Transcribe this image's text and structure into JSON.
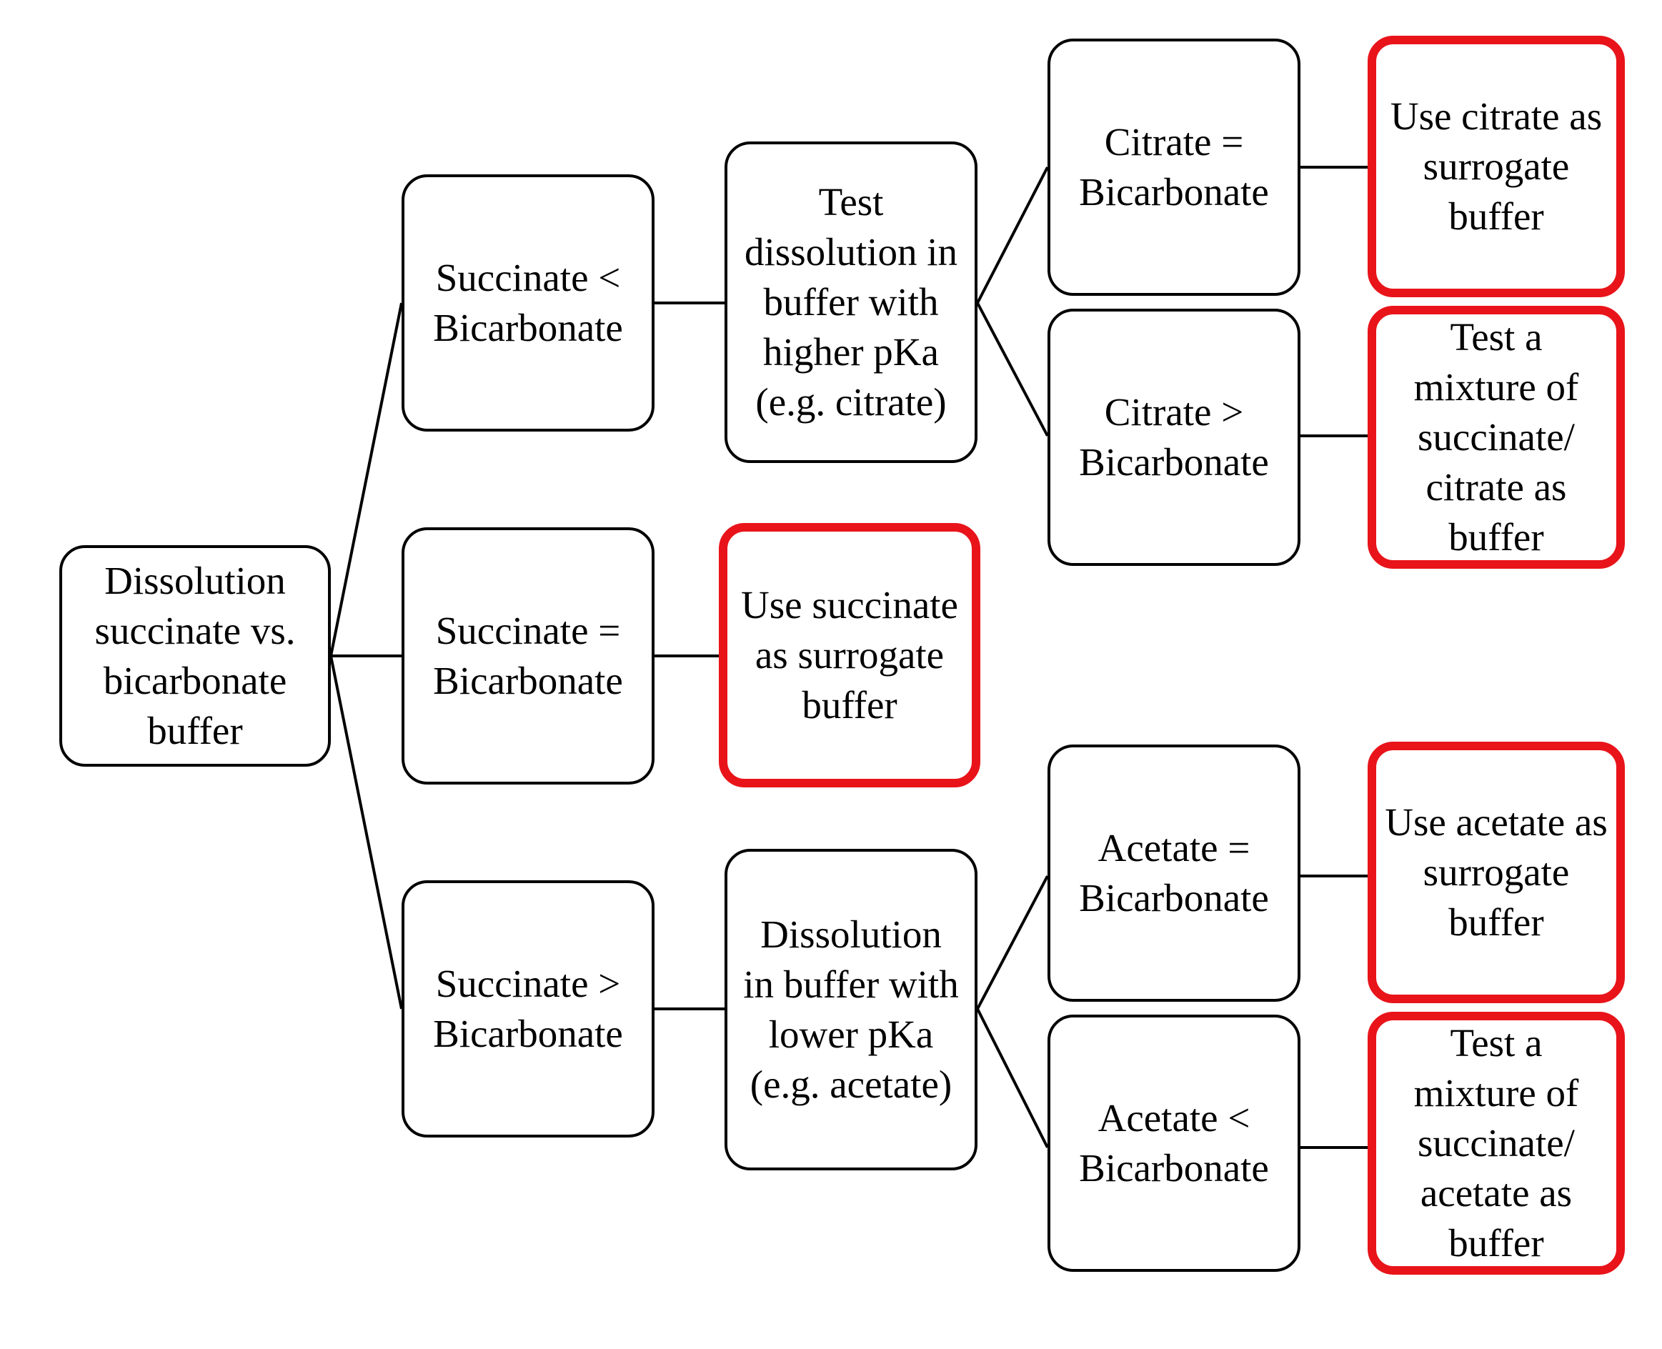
{
  "colors": {
    "node_border": "#000000",
    "outcome_border": "#e8141a",
    "text": "#000000",
    "background": "#ffffff"
  },
  "nodes": {
    "root": "Dissolution\nsuccinate vs.\nbicarbonate\nbuffer",
    "succinate_less": "Succinate <\nBicarbonate",
    "succinate_equal": "Succinate =\nBicarbonate",
    "succinate_greater": "Succinate >\nBicarbonate",
    "test_higher_pka": "Test\ndissolution in\nbuffer with\nhigher pKa\n(e.g. citrate)",
    "use_succinate": "Use succinate\nas surrogate\nbuffer",
    "dissolution_lower_pka": "Dissolution\nin buffer with\nlower pKa\n(e.g. acetate)",
    "citrate_equal": "Citrate =\nBicarbonate",
    "citrate_greater": "Citrate >\nBicarbonate",
    "acetate_equal": "Acetate =\nBicarbonate",
    "acetate_less": "Acetate <\nBicarbonate",
    "use_citrate": "Use citrate as\nsurrogate\nbuffer",
    "test_mixture_citrate": "Test a\nmixture of\nsuccinate/\ncitrate as\nbuffer",
    "use_acetate": "Use acetate as\nsurrogate\nbuffer",
    "test_mixture_acetate": "Test a\nmixture of\nsuccinate/\nacetate as\nbuffer"
  }
}
